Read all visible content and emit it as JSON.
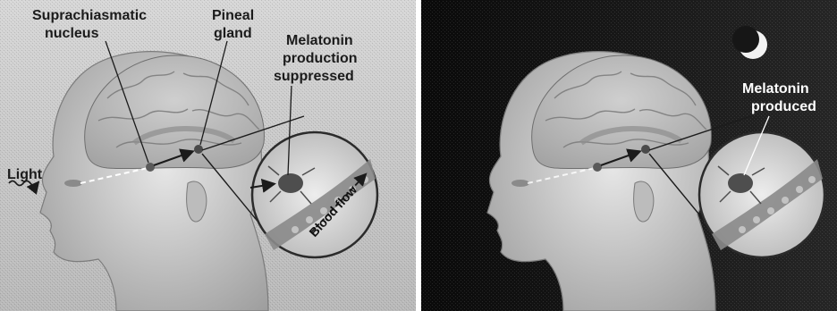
{
  "day_panel": {
    "labels": {
      "suprachiasmatic": [
        "Suprachiasmatic",
        "nucleus"
      ],
      "pineal": [
        "Pineal",
        "gland"
      ],
      "melatonin": [
        "Melatonin",
        "production",
        "suppressed"
      ],
      "light": "Light",
      "blood_flow": "Blood flow"
    }
  },
  "night_panel": {
    "labels": {
      "melatonin": [
        "Melatonin",
        "produced"
      ]
    }
  },
  "colors": {
    "day_background": "#c9c9c9",
    "night_background": "#151515",
    "head_fill": "#d6d6d6",
    "brain_fill": "#bdbdbd",
    "label_dark": "#1b1b1b",
    "label_light": "#ffffff"
  }
}
